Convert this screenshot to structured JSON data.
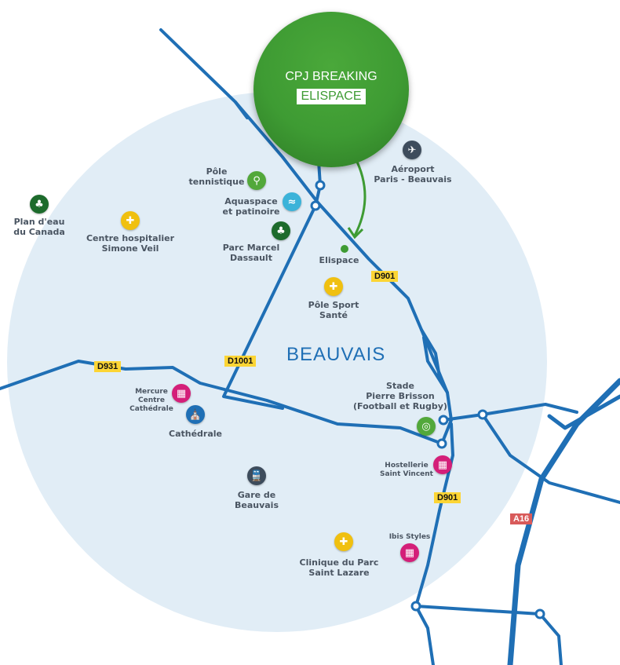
{
  "header": {
    "title": "CPJ BREAKING",
    "venue": "ELISPACE"
  },
  "city": "BEAUVAIS",
  "colors": {
    "road": "#1f6fb5",
    "zone": "#e1edf6",
    "accent": "#3e9b33",
    "label": "#4a5562",
    "road_badge": "#fcd535",
    "motorway_badge": "#d85a5a"
  },
  "roads": {
    "d901_a": "D901",
    "d901_b": "D901",
    "d931": "D931",
    "d1001": "D1001",
    "a16": "A16"
  },
  "pois": {
    "elispace": {
      "label": "Elispace",
      "icon": "dot"
    },
    "airport": {
      "l1": "Aéroport",
      "l2": "Paris - Beauvais",
      "icon": "plane-icon"
    },
    "tennis": {
      "l1": "Pôle",
      "l2": "tennistique",
      "icon": "tennis-icon"
    },
    "aquaspace": {
      "l1": "Aquaspace",
      "l2": "et patinoire",
      "icon": "swim-skate-icon"
    },
    "parc_marcel": {
      "l1": "Parc Marcel",
      "l2": "Dassault",
      "icon": "park-icon"
    },
    "plan_eau": {
      "l1": "Plan d'eau",
      "l2": "du Canada",
      "icon": "park-icon"
    },
    "hospital": {
      "l1": "Centre hospitalier",
      "l2": "Simone Veil",
      "icon": "health-icon"
    },
    "pole_sport": {
      "l1": "Pôle Sport",
      "l2": "Santé",
      "icon": "health-icon"
    },
    "mercure": {
      "l1": "Mercure",
      "l2": "Centre",
      "l3": "Cathédrale",
      "icon": "hotel-icon"
    },
    "cathedrale": {
      "label": "Cathédrale",
      "icon": "cathedral-icon"
    },
    "stade": {
      "l1": "Stade",
      "l2": "Pierre Brisson",
      "l3": "(Football et Rugby)",
      "icon": "stadium-icon"
    },
    "hostellerie": {
      "l1": "Hostellerie",
      "l2": "Saint Vincent",
      "icon": "hotel-icon"
    },
    "gare": {
      "l1": "Gare de",
      "l2": "Beauvais",
      "icon": "train-icon"
    },
    "ibis": {
      "label": "Ibis Styles",
      "icon": "hotel-icon"
    },
    "clinique": {
      "l1": "Clinique du Parc",
      "l2": "Saint Lazare",
      "icon": "health-icon"
    }
  }
}
